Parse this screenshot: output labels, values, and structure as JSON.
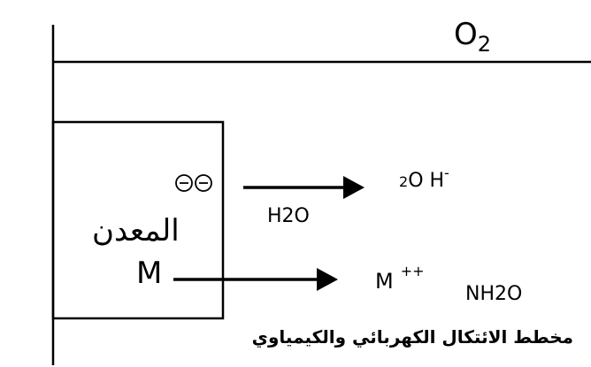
{
  "diagram": {
    "gas": {
      "symbol": "O",
      "subscript": "2"
    },
    "metal": {
      "name": "المعدن",
      "symbol": "M",
      "charges": [
        "−",
        "−"
      ]
    },
    "cathodic": {
      "reactant": "H2O",
      "product_coef": "2",
      "product_species": "O H",
      "product_charge": "-"
    },
    "anodic": {
      "ion_symbol": "M",
      "ion_charge": "++",
      "hydration": "NH2O"
    },
    "caption": "مخطط الائتكال الكهربائي والكيمياوي"
  }
}
